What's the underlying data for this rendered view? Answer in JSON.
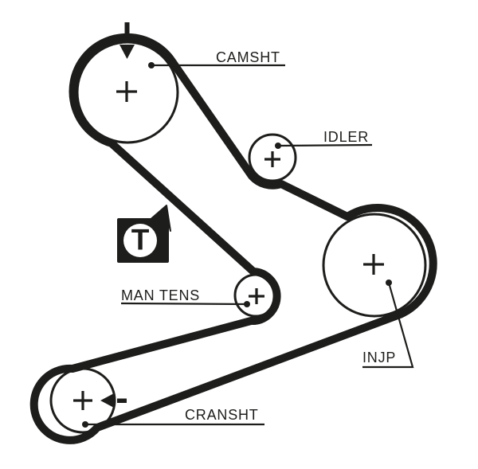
{
  "diagram_type": "timing-belt-routing",
  "colors": {
    "line": "#1d1d1b",
    "bg": "#ffffff"
  },
  "labels": {
    "camshaft": "CAMSHT",
    "idler": "IDLER",
    "manual_tensioner": "MAN TENS",
    "injection_pump": "INJP",
    "crankshaft": "CRANSHT"
  },
  "badge": {
    "letter": "T"
  },
  "icons": {
    "tensioner_badge": "T-in-circle-with-flag",
    "camshaft_timing_mark": "tick-and-down-triangle",
    "crankshaft_timing_mark": "left-triangle-and-dash"
  }
}
